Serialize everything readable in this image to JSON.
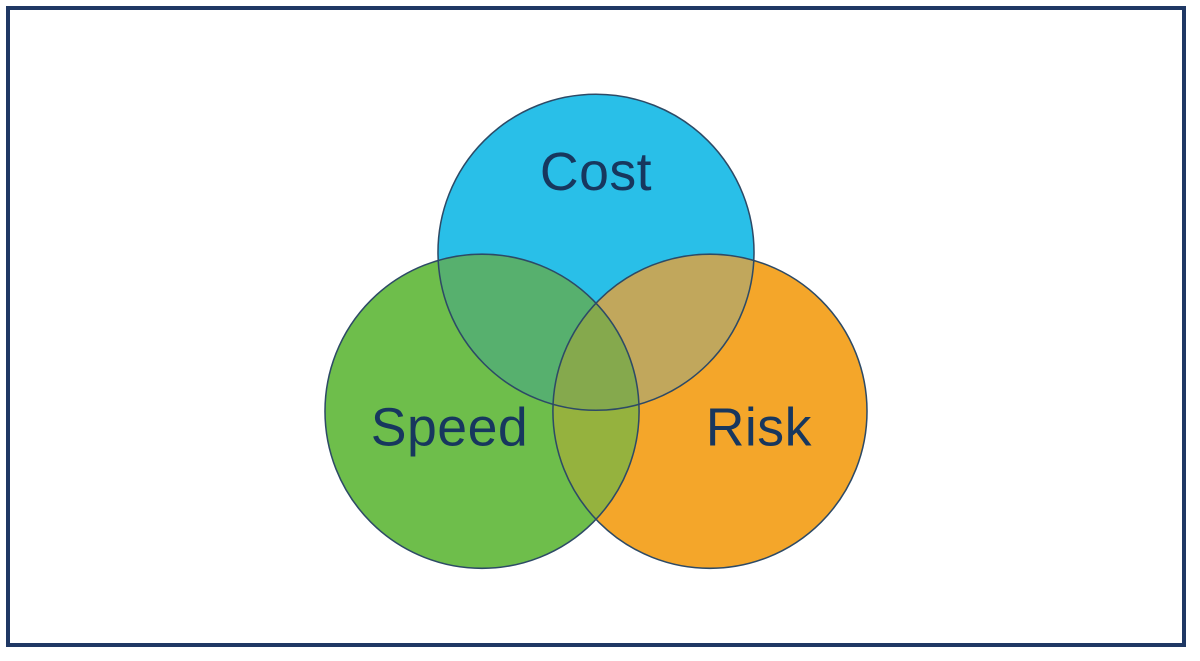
{
  "frame": {
    "border_color": "#1f3864",
    "background": "#ffffff"
  },
  "diagram": {
    "type": "venn",
    "label_color": "#17375e",
    "outline_color": "#2d4a66",
    "circles": [
      {
        "id": "cost",
        "label": "Cost",
        "color": "#29bfe8"
      },
      {
        "id": "speed",
        "label": "Speed",
        "color": "#6ebe4b"
      },
      {
        "id": "risk",
        "label": "Risk",
        "color": "#f4a62a"
      }
    ],
    "overlaps": {
      "cost_speed": "#57b06e",
      "cost_risk": "#c1a75c",
      "speed_risk": "#95b23e",
      "all": "#85a94d"
    }
  }
}
